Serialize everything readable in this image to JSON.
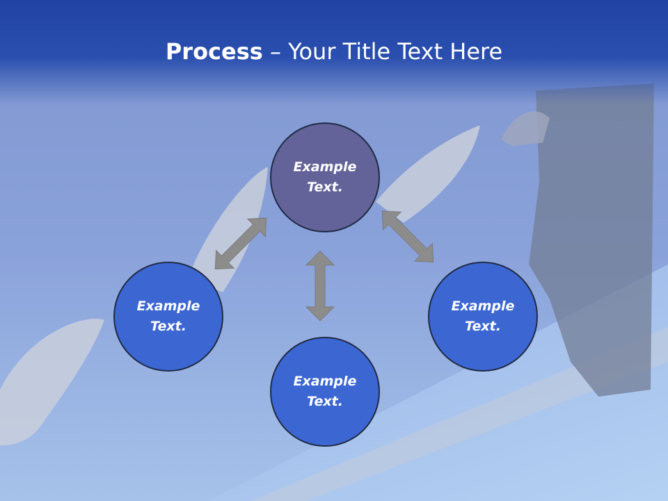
{
  "slide": {
    "title_bold": "Process",
    "title_rest": " – Your Title Text Here"
  },
  "colors": {
    "header": "#2447a6",
    "node_top": "#63639a",
    "node": "#3c67d2",
    "arrow": "#8c8c8c"
  },
  "nodes": [
    {
      "id": "top",
      "text": "Example Text."
    },
    {
      "id": "left",
      "text": "Example Text."
    },
    {
      "id": "right",
      "text": "Example Text."
    },
    {
      "id": "bottom",
      "text": "Example Text."
    }
  ],
  "background": {
    "description_icon": "dolphin-photo"
  }
}
